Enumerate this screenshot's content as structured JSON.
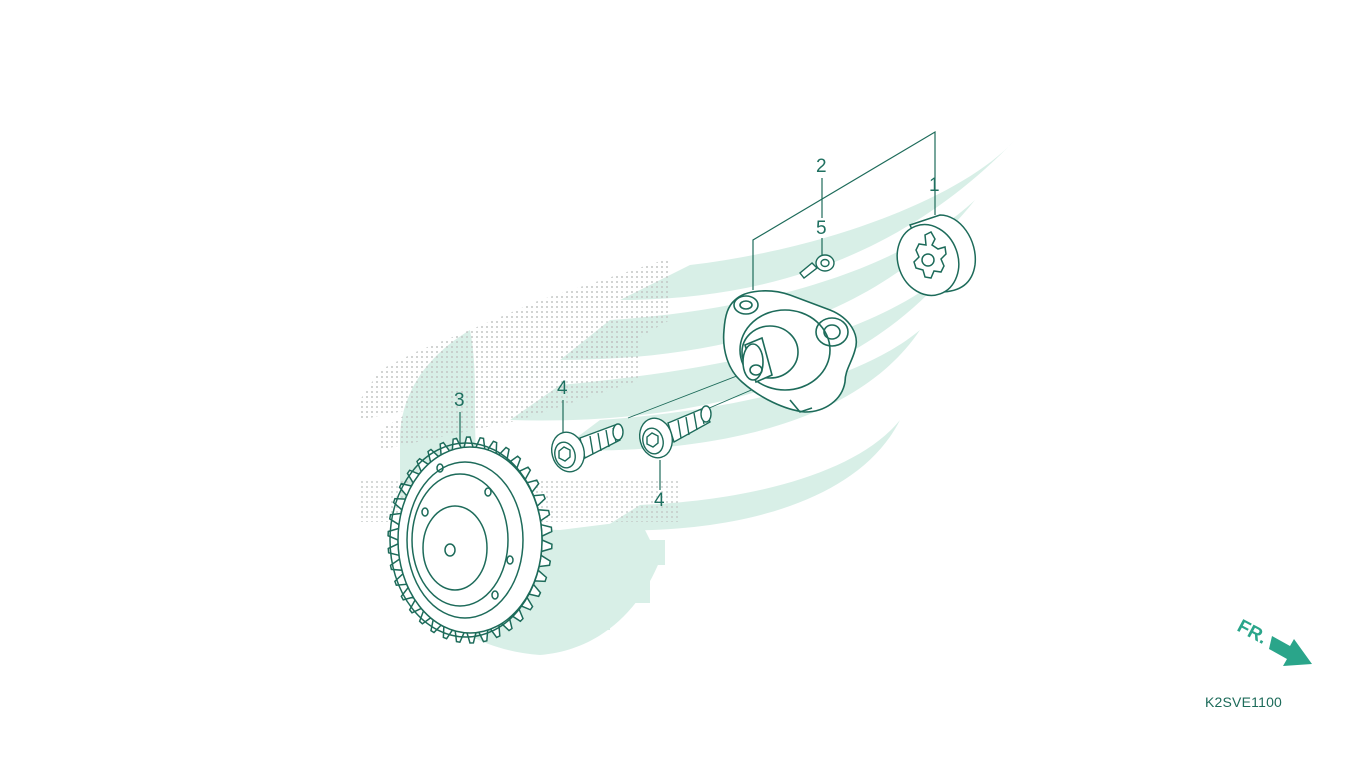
{
  "colors": {
    "line": "#1d6b5a",
    "label": "#1f7060",
    "watermark": "#d8efe7",
    "watermark_dots": "#c8ccca",
    "arrow": "#2aa58a",
    "part_fill": "#ffffff"
  },
  "callouts": [
    {
      "id": "1",
      "text": "1"
    },
    {
      "id": "2",
      "text": "2"
    },
    {
      "id": "3",
      "text": "3"
    },
    {
      "id": "4a",
      "text": "4"
    },
    {
      "id": "4b",
      "text": "4"
    },
    {
      "id": "5",
      "text": "5"
    }
  ],
  "direction": {
    "label": "FR.",
    "icon": "arrow-right-down-icon"
  },
  "diagram_code": "K2SVE1100",
  "watermark": {
    "icon": "brand-wing-logo-watermark"
  }
}
